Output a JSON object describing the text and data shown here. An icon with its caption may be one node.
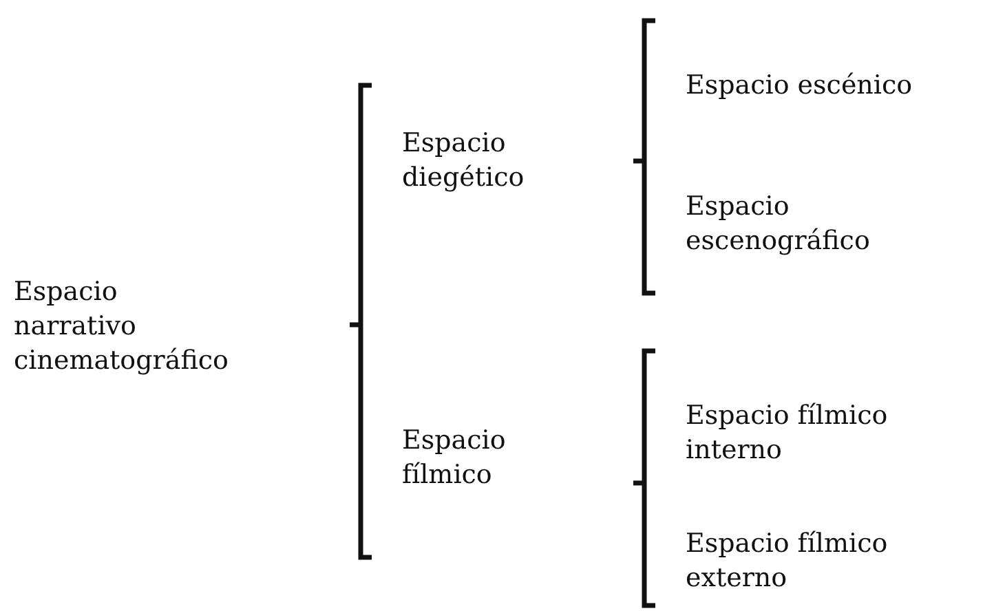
{
  "diagram": {
    "nodes": [
      {
        "text": [
          "Espacio narrativo cinematográfico"
        ]
      },
      {
        "text": [
          "Espacio diegético"
        ]
      },
      {
        "text": [
          "Espacio fílmico"
        ]
      },
      {
        "text": [
          "Espacio escénico"
        ]
      },
      {
        "text": [
          "Espacio escenográfico"
        ]
      },
      {
        "text": [
          "Espacio fílmico interno"
        ]
      },
      {
        "text": [
          "Espacio fílmico externo"
        ]
      }
    ]
  }
}
